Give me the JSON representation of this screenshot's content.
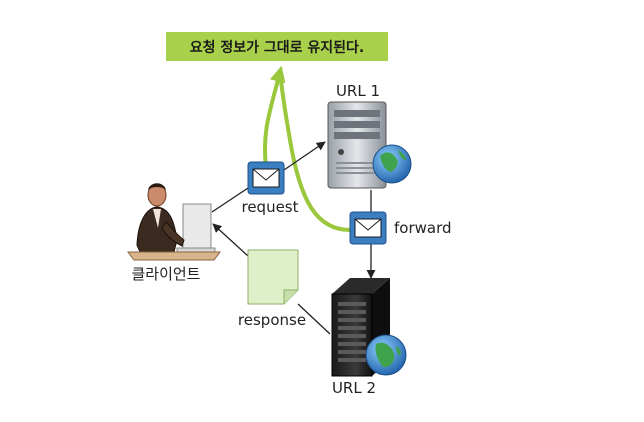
{
  "banner": {
    "text": "요청 정보가 그대로 유지된다.",
    "color": "#a8d04a"
  },
  "nodes": {
    "client": {
      "label": "클라이언트",
      "icon": "person-at-computer-icon"
    },
    "url1": {
      "label": "URL 1",
      "icon": "tower-server-with-globe-icon"
    },
    "url2": {
      "label": "URL 2",
      "icon": "rack-server-with-globe-icon"
    }
  },
  "messages": {
    "request": {
      "label": "request",
      "icon": "envelope-icon"
    },
    "forward": {
      "label": "forward",
      "icon": "envelope-icon"
    },
    "response": {
      "label": "response",
      "icon": "document-icon"
    }
  },
  "colors": {
    "accent_green": "#9ac83c",
    "envelope_blue": "#3a7fc2",
    "document_green": "#dff0c8",
    "arrow": "#222222"
  }
}
